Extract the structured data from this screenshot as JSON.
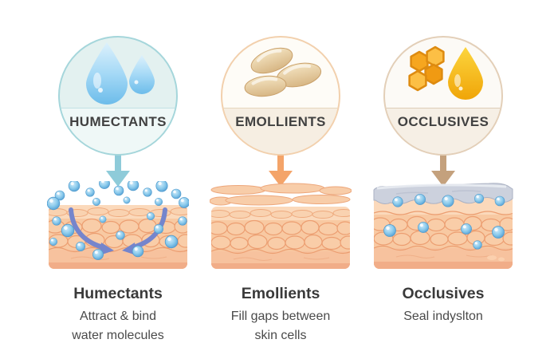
{
  "columns": [
    {
      "id": "humectants",
      "badge": "HUMECTANTS",
      "heading": "Humectants",
      "desc": [
        "Attract & bind",
        "water molecules"
      ],
      "icon": "water-drops-icon",
      "accent": "#8ecbd9"
    },
    {
      "id": "emollients",
      "badge": "EMOLLIENTS",
      "heading": "Emollients",
      "desc": [
        "Fill gaps between",
        "skin cells"
      ],
      "icon": "emollient-ovals-icon",
      "accent": "#f4a469"
    },
    {
      "id": "occlusives",
      "badge": "OCCLUSIVES",
      "heading": "Occlusives",
      "desc": [
        "Seal indyslton"
      ],
      "icon": "beeswax-oil-drop-icon",
      "accent": "#c4a17d"
    }
  ],
  "colors": {
    "water_droplet": "#5fa8d8",
    "absorption_arrow": "#7585cc",
    "occlusive_film": "#ccd1dd",
    "skin_base": "#f9cba6"
  }
}
